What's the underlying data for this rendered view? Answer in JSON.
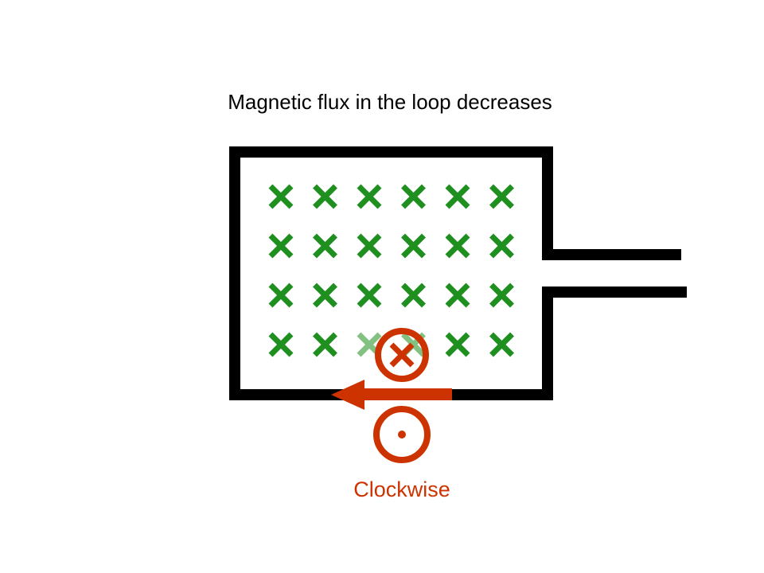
{
  "title": "Magnetic flux in the loop decreases",
  "caption": "Clockwise",
  "field": {
    "symbol": "into-page-cross",
    "rows": 4,
    "columns": 6
  },
  "induced_field": {
    "above_wire": "into-page-cross",
    "below_wire": "out-of-page-dot"
  },
  "current_direction": "left",
  "colors": {
    "loop": "#000000",
    "field": "#1f8f1f",
    "induced": "#cc3300",
    "title": "#000000"
  }
}
